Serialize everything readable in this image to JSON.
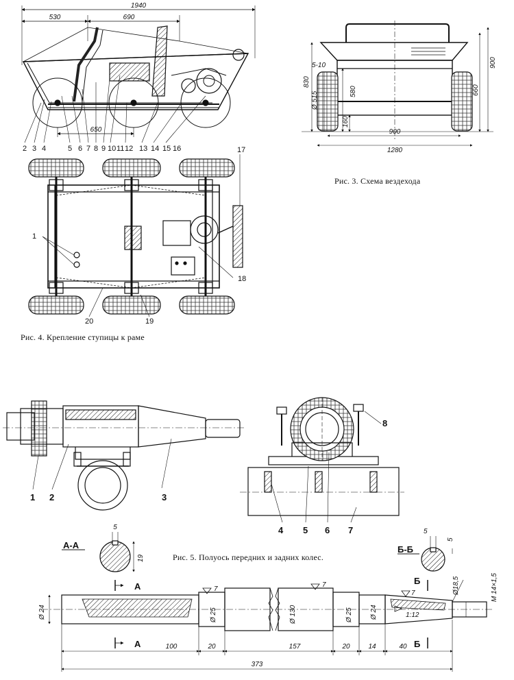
{
  "captions": {
    "fig3": "Рис. 3. Схема вездехода",
    "fig4": "Рис. 4. Крепление ступицы к раме",
    "fig5": "Рис. 5. Полуось передних и задних колес."
  },
  "fig_side": {
    "dims": {
      "overall": "1940",
      "front": "530",
      "seat": "690",
      "wheelbase": "650"
    },
    "callouts": [
      "2",
      "3",
      "4",
      "5",
      "6",
      "7",
      "8",
      "9",
      "10",
      "11",
      "12",
      "13",
      "14",
      "15",
      "16"
    ]
  },
  "fig_top": {
    "callouts": {
      "c1": "1",
      "c17": "17",
      "c18": "18",
      "c19": "19",
      "c20": "20"
    }
  },
  "fig3": {
    "dims": {
      "tyre": "5-10",
      "d515": "Ø 515",
      "h830": "830",
      "h580": "580",
      "h660": "660",
      "h900": "900",
      "h160": "160",
      "w900": "900",
      "w1280": "1280"
    }
  },
  "fig4": {
    "callouts": {
      "a": "1",
      "b": "2",
      "c": "3",
      "d": "4",
      "e": "5",
      "f": "6",
      "g": "7",
      "h": "8"
    }
  },
  "fig5": {
    "sections": {
      "aa": "А-А",
      "bb": "Б-Б",
      "a": "А",
      "b": "Б"
    },
    "dims": {
      "aa_key": "5",
      "aa_dia": "19",
      "bb_key1": "5",
      "bb_key2": "5",
      "d24a": "Ø 24",
      "d25a": "Ø 25",
      "d130": "Ø 130",
      "d25b": "Ø 25",
      "d24b": "Ø 24",
      "d185": "Ø18,5",
      "m14": "M 14×1,5",
      "taper": "1:12",
      "rough": "7",
      "l100": "100",
      "l20a": "20",
      "l157": "157",
      "l20b": "20",
      "l14": "14",
      "l40": "40",
      "total": "373"
    }
  }
}
